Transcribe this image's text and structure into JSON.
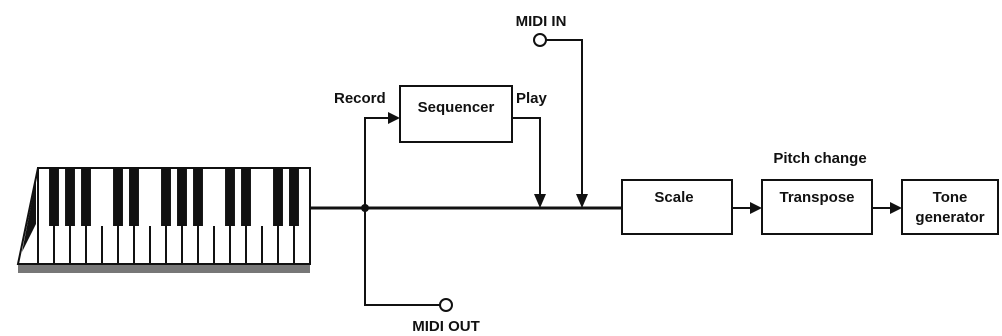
{
  "labels": {
    "midi_in": "MIDI IN",
    "midi_out": "MIDI OUT",
    "record": "Record",
    "play": "Play",
    "pitch_change": "Pitch change"
  },
  "blocks": {
    "sequencer": "Sequencer",
    "scale": "Scale",
    "transpose": "Transpose",
    "tone_generator_line1": "Tone",
    "tone_generator_line2": "generator"
  },
  "colors": {
    "line": "#111111",
    "background": "#ffffff",
    "keyboard_base": "#777777"
  },
  "icons": {
    "keyboard": "piano-keyboard-icon",
    "port": "open-circle-connector"
  }
}
